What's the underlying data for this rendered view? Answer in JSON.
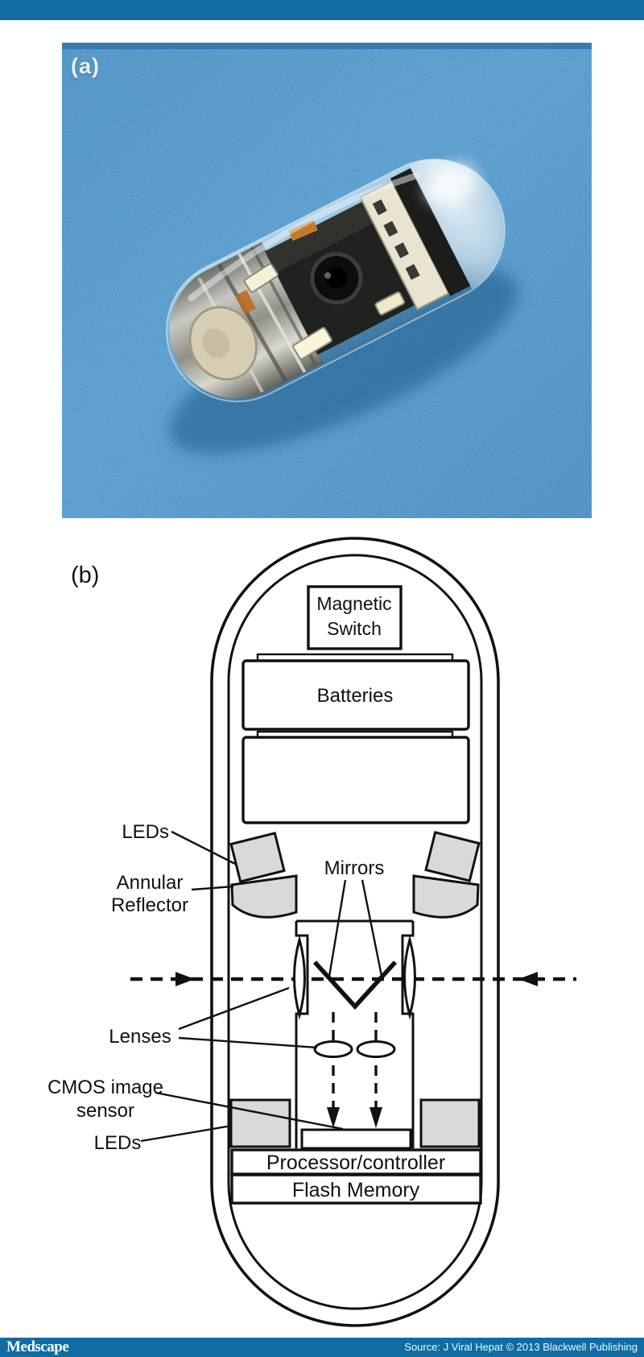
{
  "colors": {
    "bar_blue": "#0f6da4",
    "photo_background_blue": "#3d8ec7",
    "diagram_gray_fill": "#d9d9d9",
    "line_black": "#111111"
  },
  "photo": {
    "panel_label": "(a)",
    "description": "capsule endoscope photographed on blue textured surface"
  },
  "diagram": {
    "panel_label": "(b)",
    "labels": {
      "magnetic_switch_line1": "Magnetic",
      "magnetic_switch_line2": "Switch",
      "batteries": "Batteries",
      "leds_top": "LEDs",
      "annular_line1": "Annular",
      "annular_line2": "Reflector",
      "mirrors": "Mirrors",
      "lenses": "Lenses",
      "cmos_line1": "CMOS image",
      "cmos_line2": "sensor",
      "leds_bottom": "LEDs",
      "processor": "Processor/controller",
      "flash_memory": "Flash Memory"
    }
  },
  "footer": {
    "logo": "Medscape",
    "source": "Source: J Viral Hepat © 2013 Blackwell Publishing"
  }
}
